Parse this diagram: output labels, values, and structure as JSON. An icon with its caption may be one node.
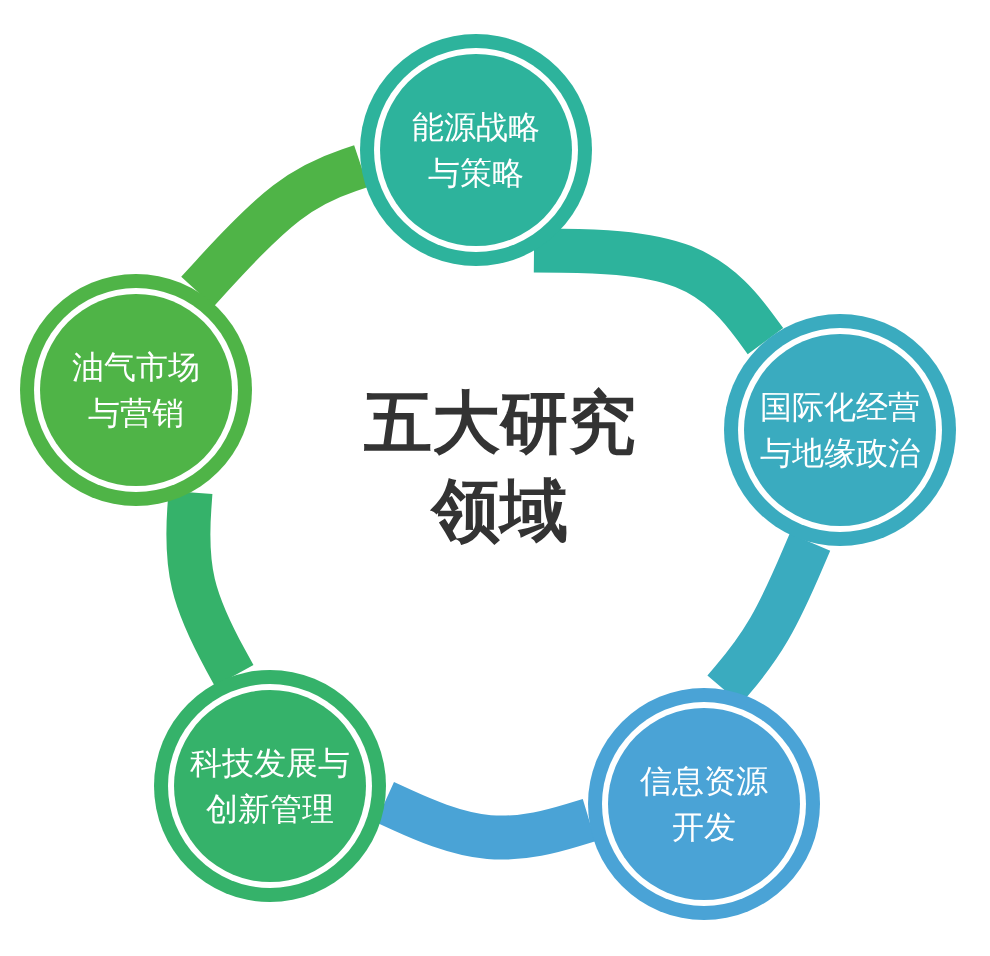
{
  "diagram": {
    "nodes": [
      {
        "text": [
          "能源战略与策略"
        ]
      },
      {
        "text": [
          "国际化经营与地缘政治"
        ]
      },
      {
        "text": [
          "信息资源开发"
        ]
      },
      {
        "text": [
          "科技发展与创新管理"
        ]
      },
      {
        "text": [
          "油气市场与营销"
        ]
      }
    ],
    "edges": [
      {
        "from": 0,
        "to": 1,
        "arrow": "none",
        "color": "#2db39c"
      },
      {
        "from": 1,
        "to": 2,
        "arrow": "none",
        "color": "#3aabbf"
      },
      {
        "from": 2,
        "to": 3,
        "arrow": "none",
        "color": "#4aa3d6"
      },
      {
        "from": 3,
        "to": 4,
        "arrow": "none",
        "color": "#35b26a"
      },
      {
        "from": 4,
        "to": 0,
        "arrow": "none",
        "color": "#4fb447"
      }
    ],
    "labels": [
      "五大研究领域"
    ]
  }
}
